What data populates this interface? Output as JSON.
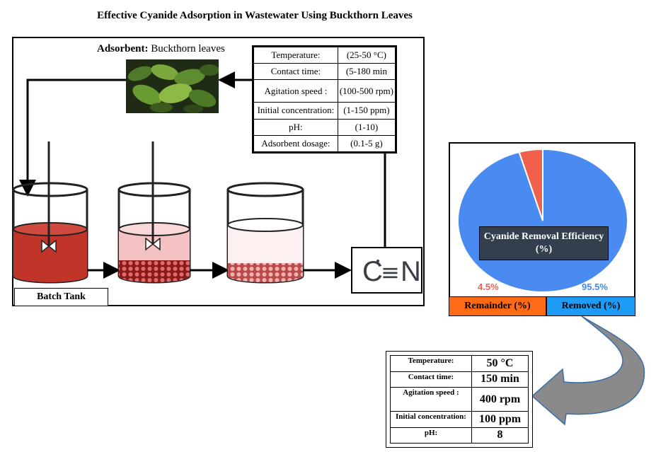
{
  "title": "Effective Cyanide Adsorption in Wastewater Using Buckthorn Leaves",
  "adsorbent": {
    "label": "Adsorbent:",
    "value": "Buckthorn leaves"
  },
  "parameters": [
    {
      "label": "Temperature:",
      "value": "(25-50 °C)"
    },
    {
      "label": "Contact time:",
      "value": "(5-180 min"
    },
    {
      "label": "Agitation speed :",
      "value": "(100-500 rpm)"
    },
    {
      "label": "Initial concentration:",
      "value": "(1-150 ppm)"
    },
    {
      "label": "pH:",
      "value": "(1-10)"
    },
    {
      "label": "Adsorbent dosage:",
      "value": "(0.1-5 g)"
    }
  ],
  "cyanide_symbol": {
    "left": "C",
    "bond": "≡",
    "right": "N"
  },
  "batch_tank_label": "Batch Tank",
  "chart_data": {
    "type": "pie",
    "title": "Cyanide Removal Efficiency (%)",
    "slices": [
      {
        "name": "Remainder (%)",
        "value": 4.5,
        "label": "4.5%",
        "color": "#f0604b"
      },
      {
        "name": "Removed (%)",
        "value": 95.5,
        "label": "95.5%",
        "color": "#4a8bf2"
      }
    ]
  },
  "legend": {
    "remainder": "Remainder (%)",
    "removed": "Removed (%)"
  },
  "optimal_conditions": [
    {
      "label": "Temperature:",
      "value": "50 °C"
    },
    {
      "label": "Contact time:",
      "value": "150  min"
    },
    {
      "label": "Agitation speed :",
      "value": "400 rpm"
    },
    {
      "label": "Initial concentration:",
      "value": "100 ppm"
    },
    {
      "label": "pH:",
      "value": "8"
    }
  ],
  "colors": {
    "tank1_liquid": "#c0342a",
    "tank2_liquid": "#f4c2c2",
    "tank3_liquid": "#fdf0f0",
    "caption_bg": "#333f4f",
    "legend_remainder": "#ff6a15",
    "legend_removed": "#1e9bf5",
    "flow_arrow": "#8a8a8a"
  }
}
